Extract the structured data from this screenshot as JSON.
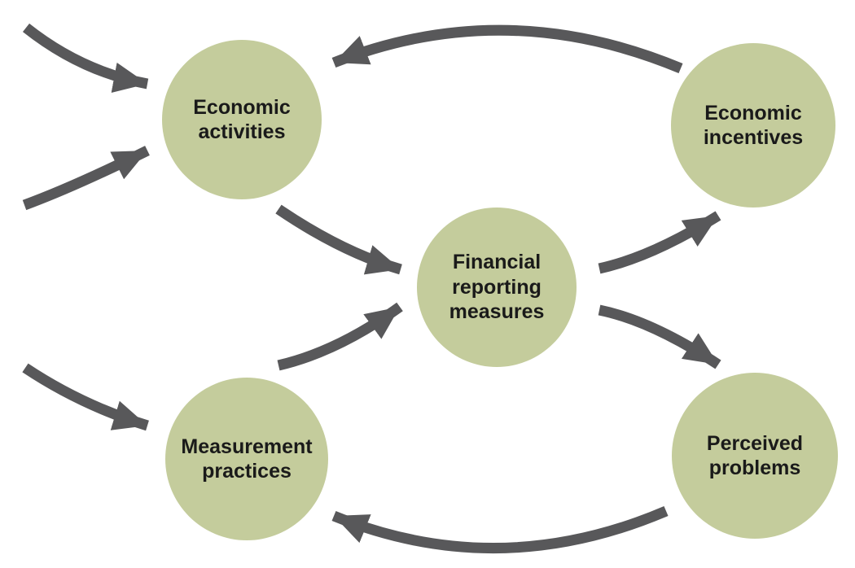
{
  "diagram": {
    "title": "",
    "colors": {
      "background": "#ffffff",
      "node_fill": "#c4cc9c",
      "node_text": "#1a1a1a",
      "arrow_color": "#58585a"
    },
    "nodes": [
      {
        "id": "economic-activities",
        "label": "Economic\nactivities"
      },
      {
        "id": "economic-incentives",
        "label": "Economic\nincentives"
      },
      {
        "id": "financial-reporting-measures",
        "label": "Financial\nreporting\nmeasures"
      },
      {
        "id": "measurement-practices",
        "label": "Measurement\npractices"
      },
      {
        "id": "perceived-problems",
        "label": "Perceived\nproblems"
      }
    ],
    "edges": [
      {
        "from": "external-upper-left",
        "to": "economic-activities"
      },
      {
        "from": "external-middle-left",
        "to": "economic-activities"
      },
      {
        "from": "external-lower-left",
        "to": "measurement-practices"
      },
      {
        "from": "economic-activities",
        "to": "financial-reporting-measures"
      },
      {
        "from": "measurement-practices",
        "to": "financial-reporting-measures"
      },
      {
        "from": "financial-reporting-measures",
        "to": "economic-incentives"
      },
      {
        "from": "financial-reporting-measures",
        "to": "perceived-problems"
      },
      {
        "from": "economic-incentives",
        "to": "economic-activities"
      },
      {
        "from": "perceived-problems",
        "to": "measurement-practices"
      }
    ]
  }
}
